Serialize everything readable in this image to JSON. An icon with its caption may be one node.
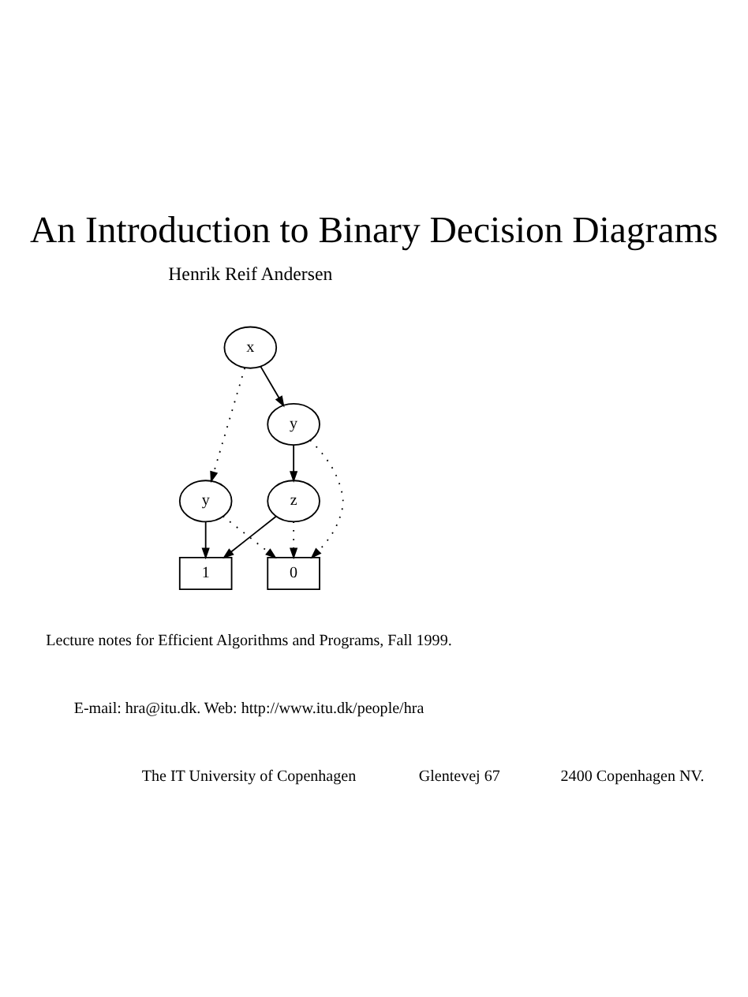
{
  "diagram": {
    "title": "An Introduction to Binary Decision Diagrams",
    "nodes": [
      {
        "text": [
          "x"
        ]
      },
      {
        "text": [
          "y"
        ]
      },
      {
        "text": [
          "y"
        ]
      },
      {
        "text": [
          "z"
        ]
      },
      {
        "text": [
          "1"
        ]
      },
      {
        "text": [
          "0"
        ]
      }
    ],
    "edges": [
      {
        "from": 0,
        "to": 1,
        "arrow": "to"
      },
      {
        "from": 0,
        "to": 2,
        "arrow": "to",
        "style": "dashed"
      },
      {
        "from": 1,
        "to": 3,
        "arrow": "to"
      },
      {
        "from": 1,
        "to": 5,
        "arrow": "to",
        "style": "dashed"
      },
      {
        "from": 2,
        "to": 4,
        "arrow": "to"
      },
      {
        "from": 2,
        "to": 5,
        "arrow": "to",
        "style": "dashed"
      },
      {
        "from": 3,
        "to": 4,
        "arrow": "to"
      },
      {
        "from": 3,
        "to": 5,
        "arrow": "to",
        "style": "dashed"
      }
    ],
    "labels": [
      "Henrik Reif Andersen",
      "Lecture notes for Efficient Algorithms and Programs, Fall 1999.",
      "E-mail: hra@itu.dk. Web: http://www.itu.dk/people/hra",
      "The IT University of Copenhagen",
      "Glentevej 67",
      "2400 Copenhagen NV."
    ]
  }
}
